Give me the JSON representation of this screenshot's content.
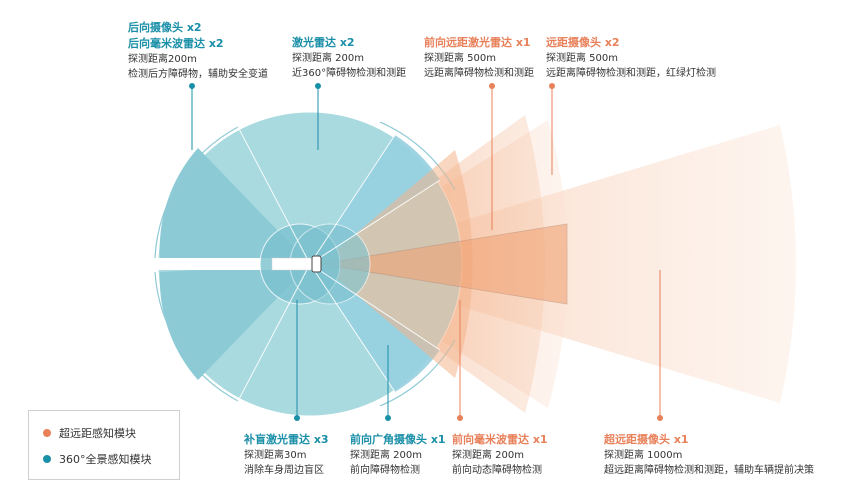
{
  "colors": {
    "blue": "#1a8fa8",
    "orange": "#e8805a",
    "surround_fill": "#a9dadf",
    "surround_fill_deep": "#8ccbd6",
    "orange_fill": "#f4b48c"
  },
  "labels": {
    "rear": {
      "title1": "后向摄像头 x2",
      "title2": "后向毫米波雷达 x2",
      "line1": "探测距离200m",
      "line2": "检测后方障碍物，辅助安全变道"
    },
    "lidar": {
      "title": "激光雷达 x2",
      "line1": "探测距离 200m",
      "line2": "近360°障碍物检测和测距"
    },
    "front_lidar": {
      "title": "前向远距激光雷达 x1",
      "line1": "探测距离 500m",
      "line2": "远距离障碍物检测和测距"
    },
    "long_camera": {
      "title": "远距摄像头 x2",
      "line1": "探测距离 500m",
      "line2": "远距离障碍物检测和测距，红绿灯检测"
    },
    "blind_lidar": {
      "title": "补盲激光雷达 x3",
      "line1": "探测距离30m",
      "line2": "消除车身周边盲区"
    },
    "wide_camera": {
      "title": "前向广角摄像头 x1",
      "line1": "探测距离 200m",
      "line2": "前向障碍物检测"
    },
    "front_radar": {
      "title": "前向毫米波雷达 x1",
      "line1": "探测距离 200m",
      "line2": "前向动态障碍物检测"
    },
    "ultra_camera": {
      "title": "超远距摄像头 x1",
      "line1": "探测距离 1000m",
      "line2": "超远距离障碍物检测和测距，辅助车辆提前决策"
    }
  },
  "legend": {
    "orange_label": "超远距感知模块",
    "blue_label": "360°全景感知模块"
  }
}
